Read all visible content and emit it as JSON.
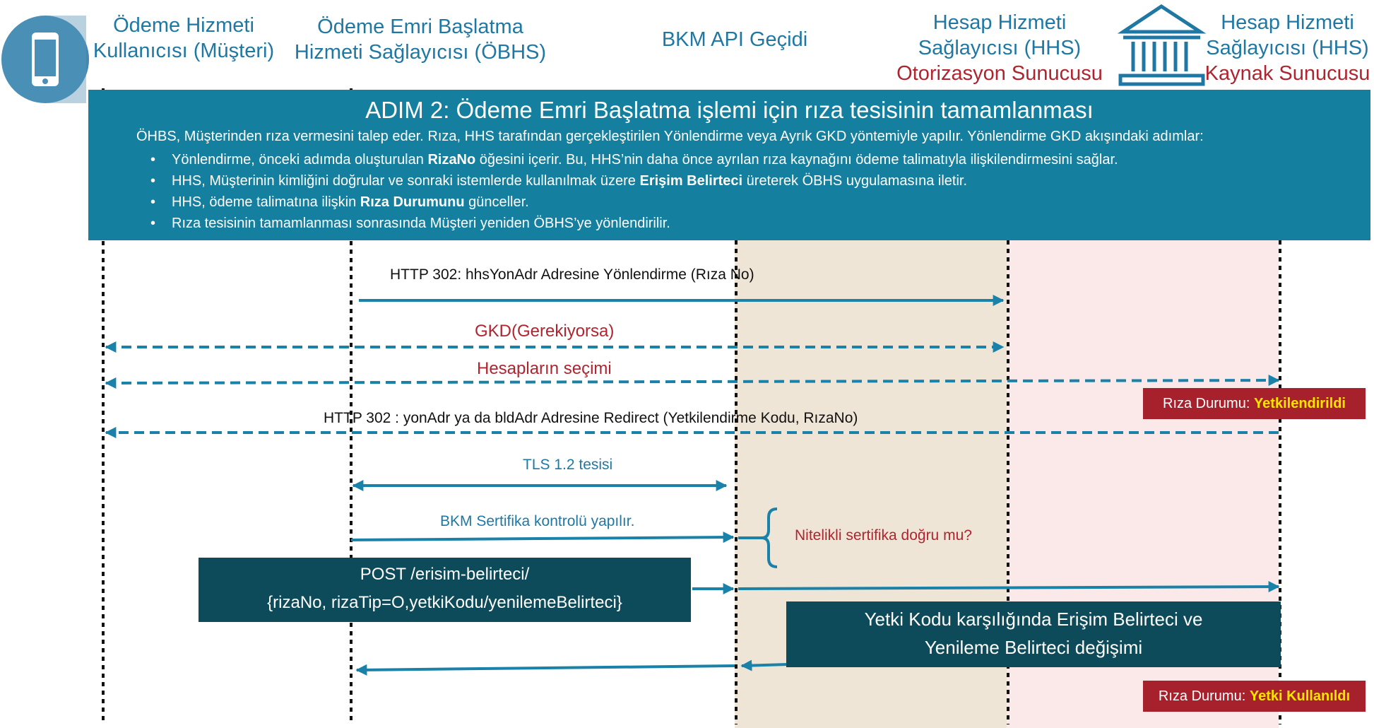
{
  "actors": {
    "user_line1": "Ödeme Hizmeti",
    "user_line2": "Kullanıcısı (Müşteri)",
    "obhs_line1": "Ödeme Emri Başlatma",
    "obhs_line2": "Hizmeti Sağlayıcısı (ÖBHS)",
    "api": "BKM API Geçidi",
    "auth_line1": "Hesap Hizmeti",
    "auth_line2": "Sağlayıcısı (HHS)",
    "auth_line3": "Otorizasyon Sunucusu",
    "res_line1": "Hesap Hizmeti",
    "res_line2": "Sağlayıcısı (HHS)",
    "res_line3": "Kaynak Sunucusu"
  },
  "banner": {
    "title": "ADIM 2: Ödeme Emri Başlatma işlemi için rıza tesisinin tamamlanması",
    "intro": "ÖHBS, Müşterinden rıza vermesini talep eder. Rıza, HHS tarafından gerçekleştirilen Yönlendirme veya Ayrık GKD yöntemiyle yapılır. Yönlendirme GKD akışındaki adımlar:",
    "bullet": "•",
    "b1_pre": "Yönlendirme, önceki adımda oluşturulan ",
    "b1_bold": "RizaNo",
    "b1_post": " öğesini içerir. Bu, HHS’nin daha önce ayrılan rıza kaynağını ödeme talimatıyla ilişkilendirmesini sağlar.",
    "b2_pre": "HHS, Müşterinin kimliğini doğrular ve sonraki istemlerde kullanılmak üzere ",
    "b2_bold": "Erişim Belirteci",
    "b2_post": " üreterek ÖBHS uygulamasına iletir.",
    "b3_pre": "HHS, ödeme talimatına ilişkin ",
    "b3_bold": "Rıza Durumunu",
    "b3_post": " günceller.",
    "b4": "Rıza tesisinin tamamlanması sonrasında Müşteri yeniden ÖBHS’ye yönlendirilir."
  },
  "messages": {
    "m1": "HTTP 302: hhsYonAdr Adresine Yönlendirme  (Rıza No)",
    "m2": "GKD(Gerekiyorsa)",
    "m3": "Hesapların seçimi",
    "m4": "HTTP 302 : yonAdr ya da bldAdr Adresine Redirect (Yetkilendirme Kodu, RızaNo)",
    "m5": "TLS 1.2 tesisi",
    "m6": "BKM Sertifika kontrolü yapılır.",
    "note": "Nitelikli sertifika doğru mu?"
  },
  "status1": {
    "label": "Rıza Durumu: ",
    "value": "Yetkilendirildi"
  },
  "status2": {
    "label": "Rıza Durumu: ",
    "value": "Yetki Kullanıldı"
  },
  "post_box": {
    "line1": "POST /erisim-belirteci/",
    "line2": "{rizaNo, rizaTip=O,yetkiKodu/yenilemeBelirteci}"
  },
  "exchange_box": {
    "line1": "Yetki Kodu karşılığında Erişim Belirteci ve",
    "line2": "Yenileme Belirteci değişimi"
  },
  "icons": [
    "mobile-phone-icon",
    "bank-building-icon"
  ],
  "colors": {
    "teal": "#147f9e",
    "dark_teal": "#0d4a5a",
    "red": "#a7212d",
    "highlight": "#ffe400",
    "blue_text": "#1f78a4"
  }
}
